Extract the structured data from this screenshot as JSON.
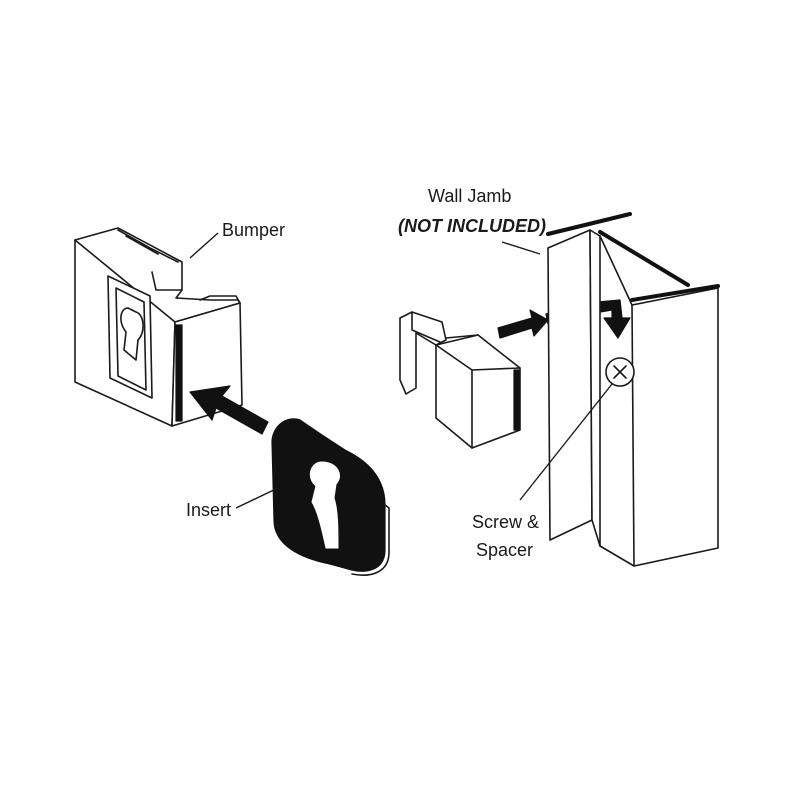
{
  "labels": {
    "bumper": "Bumper",
    "wall_jamb": "Wall Jamb",
    "not_included": "(NOT INCLUDED)",
    "insert": "Insert",
    "screw_line1": "Screw &",
    "screw_line2": "Spacer"
  },
  "colors": {
    "ink": "#1a1a1a",
    "fill": "#ffffff"
  }
}
